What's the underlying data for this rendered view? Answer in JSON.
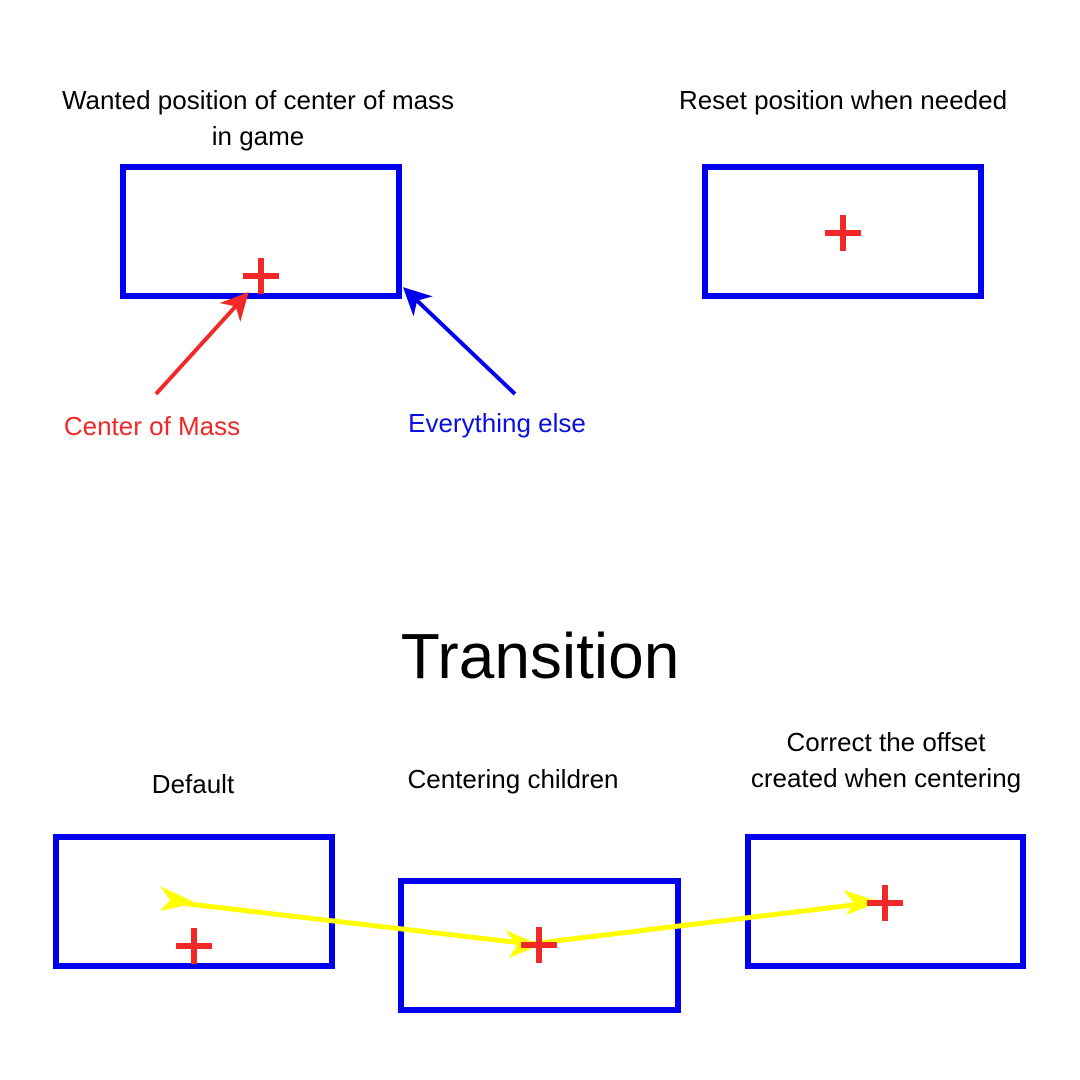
{
  "colors": {
    "box": "#0000ee",
    "center_of_mass": "#f02828",
    "transition_path": "#ffff00",
    "text": "#000000"
  },
  "top": {
    "wanted_title_line1": "Wanted position of center of mass",
    "wanted_title_line2": "in game",
    "reset_title": "Reset position when needed",
    "center_of_mass_label": "Center of Mass",
    "everything_else_label": "Everything else"
  },
  "transition": {
    "heading": "Transition",
    "default_label": "Default",
    "centering_label": "Centering children",
    "correct_label_line1": "Correct the offset",
    "correct_label_line2": "created when centering"
  }
}
